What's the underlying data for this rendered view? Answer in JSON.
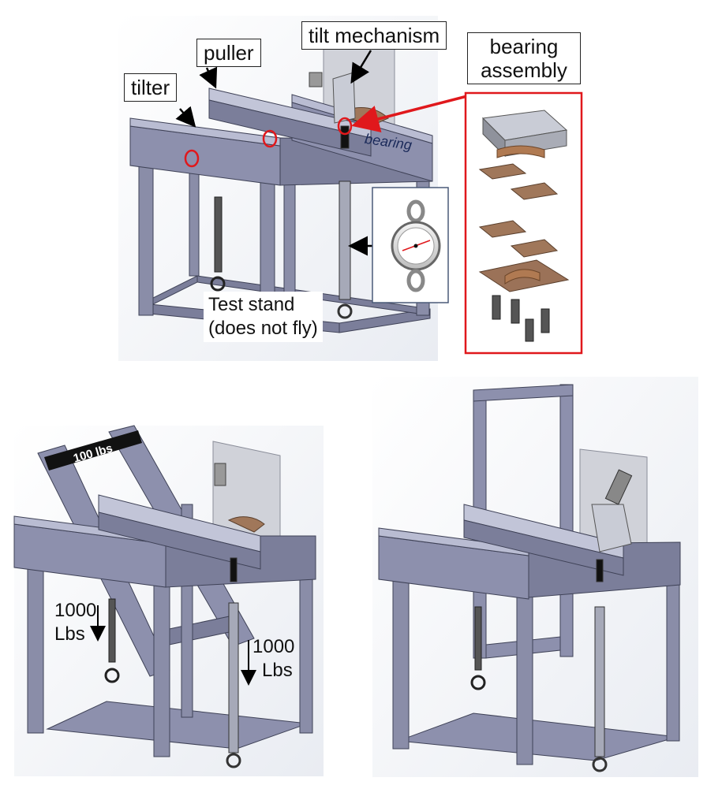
{
  "labels": {
    "tilter": "tilter",
    "puller": "puller",
    "tilt_mechanism": "tilt mechanism",
    "bearing_assembly_line1": "bearing",
    "bearing_assembly_line2": "assembly",
    "bearing_small": "bearing",
    "test_stand_line1": "Test stand",
    "test_stand_line2": "(does not fly)",
    "banner_100lbs": "100 lbs",
    "load_left_value": "1000",
    "load_left_unit": "Lbs",
    "load_right_value": "1000",
    "load_right_unit": "Lbs"
  },
  "colors": {
    "frame": "#7b7e9a",
    "frame_dark": "#50536c",
    "frame_light": "#b9bcd2",
    "bronze": "#a0775a",
    "highlight_red": "#e0181c",
    "plate": "#c9ccd6",
    "banner": "#111111"
  }
}
